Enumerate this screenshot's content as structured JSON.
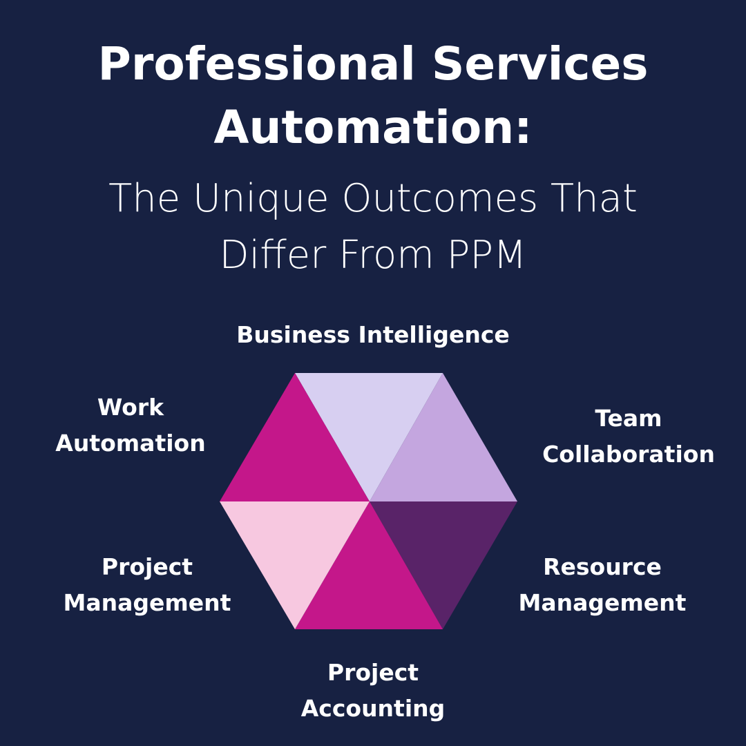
{
  "header": {
    "title_line1": "Professional Services",
    "title_line2": "Automation:",
    "subtitle_line1": "The Unique Outcomes That",
    "subtitle_line2": "Differ From PPM"
  },
  "diagram": {
    "type": "hexagon-of-triangles",
    "segments": [
      {
        "name": "Business Intelligence",
        "line1": "Business Intelligence",
        "line2": "",
        "color": "#D7CFF1",
        "position": "top"
      },
      {
        "name": "Team Collaboration",
        "line1": "Team",
        "line2": "Collaboration",
        "color": "#C4A6DF",
        "position": "upper-right"
      },
      {
        "name": "Resource Management",
        "line1": "Resource",
        "line2": "Management",
        "color": "#592368",
        "position": "lower-right"
      },
      {
        "name": "Project Accounting",
        "line1": "Project",
        "line2": "Accounting",
        "color": "#C4178A",
        "position": "bottom"
      },
      {
        "name": "Project Management",
        "line1": "Project",
        "line2": "Management",
        "color": "#F7C8E0",
        "position": "lower-left"
      },
      {
        "name": "Work Automation",
        "line1": "Work",
        "line2": "Automation",
        "color": "#C4178A",
        "position": "upper-left"
      }
    ]
  },
  "colors": {
    "background": "#172142",
    "text": "#FFFFFF"
  }
}
